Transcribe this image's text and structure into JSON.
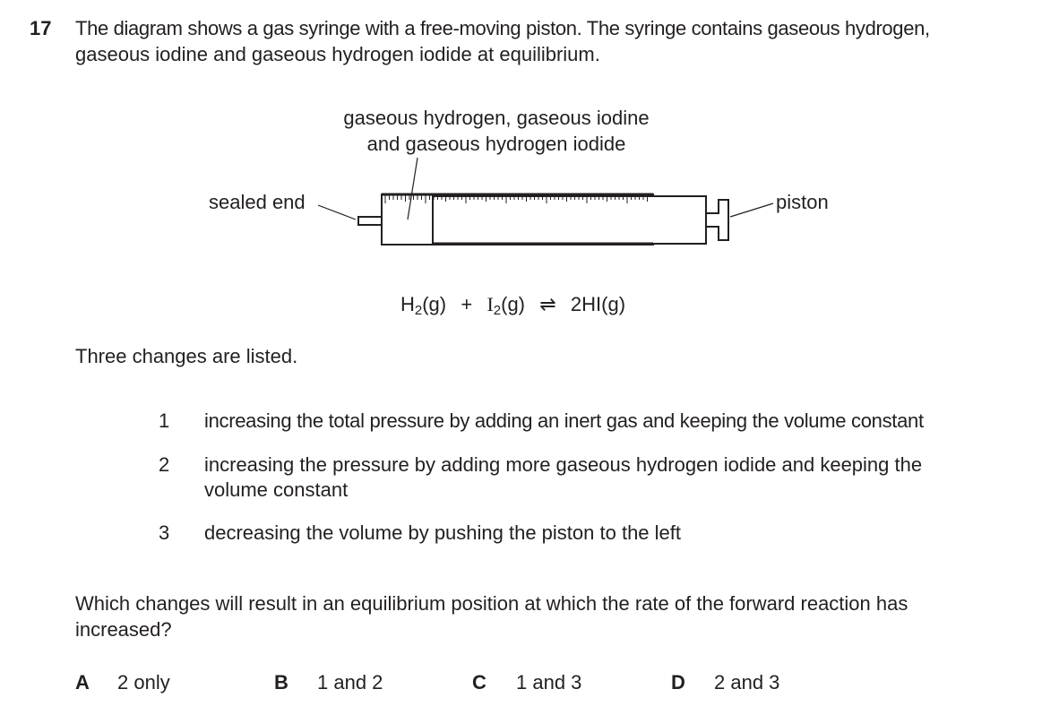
{
  "question": {
    "number": "17",
    "stem_line1": "The diagram shows a gas syringe with a free-moving piston. The syringe contains gaseous hydrogen,",
    "stem_line2": "gaseous iodine and gaseous hydrogen iodide at equilibrium."
  },
  "diagram": {
    "contents_label_line1": "gaseous hydrogen, gaseous iodine",
    "contents_label_line2": "and gaseous hydrogen iodide",
    "sealed_end_label": "sealed end",
    "piston_label": "piston",
    "equation": {
      "h": "H",
      "h_sub": "2",
      "h_state": "(g)",
      "plus": "+",
      "i": "I",
      "i_sub": "2",
      "i_state": "(g)",
      "arrow": "⇌",
      "product": "2HI(g)"
    }
  },
  "changes_intro": "Three changes are listed.",
  "changes": [
    {
      "num": "1",
      "line1": "increasing the total pressure by adding an inert gas and keeping the volume constant"
    },
    {
      "num": "2",
      "line1": "increasing the pressure by adding more gaseous hydrogen iodide and keeping the",
      "line2": "volume constant"
    },
    {
      "num": "3",
      "line1": "decreasing the volume by pushing the piston to the left"
    }
  ],
  "prompt_line1": "Which changes will result in an equilibrium position at which the rate of the forward reaction has",
  "prompt_line2": "increased?",
  "options": [
    {
      "letter": "A",
      "text": "2 only"
    },
    {
      "letter": "B",
      "text": "1 and 2"
    },
    {
      "letter": "C",
      "text": "1 and 3"
    },
    {
      "letter": "D",
      "text": "2 and 3"
    }
  ]
}
